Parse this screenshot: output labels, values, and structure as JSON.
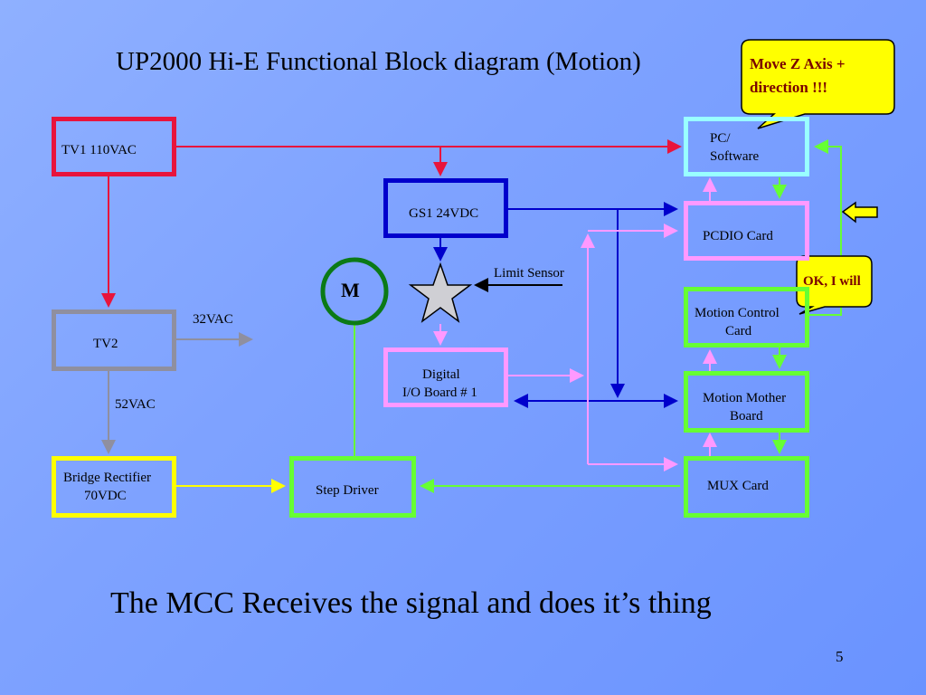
{
  "slide": {
    "title": "UP2000 Hi-E Functional Block diagram (Motion)",
    "subtitle": "The MCC Receives the signal and does it’s thing",
    "page_number": "5"
  },
  "blocks": {
    "tv1": "TV1 110VAC",
    "tv2": "TV2",
    "bridge_line1": "Bridge Rectifier",
    "bridge_line2": "70VDC",
    "gs1": "GS1 24VDC",
    "digital_line1": "Digital",
    "digital_line2": "I/O Board # 1",
    "step_driver": "Step Driver",
    "pc_line1": "PC/",
    "pc_line2": "Software",
    "pcdio": "PCDIO Card",
    "mcc_line1": "Motion Control",
    "mcc_line2": "Card",
    "mother_line1": "Motion Mother",
    "mother_line2": "Board",
    "mux": "MUX Card"
  },
  "labels": {
    "vac32": "32VAC",
    "vac52": "52VAC",
    "limit_sensor": "Limit Sensor",
    "motor": "M"
  },
  "callouts": {
    "move_line1": "Move Z Axis  +",
    "move_line2": "direction !!!",
    "ok": "OK, I will"
  },
  "colors": {
    "tv1": "#e8143c",
    "tv2": "#8f8f9f",
    "bridge": "#ffff00",
    "gs1": "#0000cc",
    "digital": "#ff99ff",
    "step": "#66ff33",
    "pc": "#99ffff",
    "pcdio": "#ff99ff",
    "mcc": "#66ff33",
    "mother": "#66ff33",
    "mux": "#66ff33",
    "callout_fill": "#ffff00",
    "callout_text": "#7a0000"
  }
}
